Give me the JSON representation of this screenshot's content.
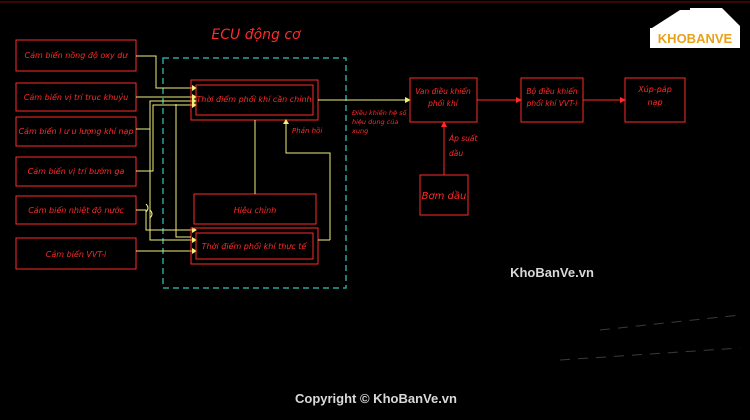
{
  "ecu_title": "ECU động cơ",
  "sensors": [
    "Cảm biến nồng độ oxy dư",
    "Cảm biến vị trí trục khuỷu",
    "Cảm biến l ư u lượng khí nạp",
    "Cảm biến vị trí bướm ga",
    "Cảm biến nhiệt độ nước",
    "Cảm biến VVT-i"
  ],
  "ecu_blocks": {
    "target_timing": "Thời điểm phối khí cần chỉnh",
    "correction": "Hiệu chỉnh",
    "actual_timing": "Thời điểm phối khí thực tế"
  },
  "feedback_label": "Phản hồi",
  "signal_label": [
    "Điều khiển hệ số",
    "hiệu dụng của",
    "xung"
  ],
  "valve_label": [
    "Van điều khiển",
    "phối khí"
  ],
  "controller_label": [
    "Bộ điều khiển",
    "phối khí VVT-i"
  ],
  "intake_valve_label": [
    "Xúp-páp",
    "nạp"
  ],
  "oil_pressure_label": [
    "Áp suất",
    "dầu"
  ],
  "pump_label": "Bơm dầu",
  "logo_text": "KHOBANVE",
  "watermark": "KhoBanVe.vn",
  "copyright": "Copyright © KhoBanVe.vn",
  "colors": {
    "red": "#ff2a2a",
    "line_yellow": "#f0f07a",
    "dash_teal": "#2aa39a",
    "accent_red": "#7a0a0a",
    "watermark": "#d9d9d9"
  }
}
